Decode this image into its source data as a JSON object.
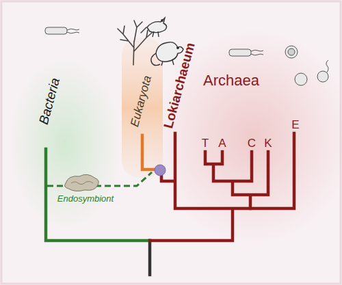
{
  "diagram": {
    "labels": [
      "Bacteria",
      "Endosymbiont",
      "Eukaryota",
      "Lokiarchaeum",
      "Archaea",
      "T",
      "A",
      "C",
      "K",
      "E"
    ]
  }
}
